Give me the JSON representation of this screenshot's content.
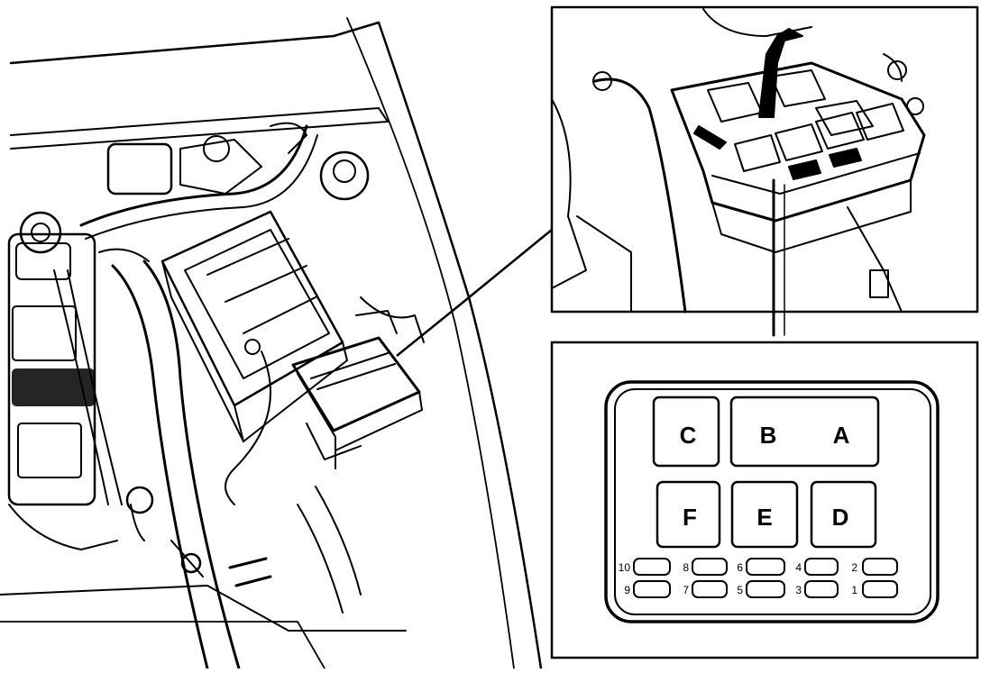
{
  "relay_panel": {
    "relays": [
      {
        "id": "C",
        "label": "C"
      },
      {
        "id": "B",
        "label": "B"
      },
      {
        "id": "A",
        "label": "A"
      },
      {
        "id": "F",
        "label": "F"
      },
      {
        "id": "E",
        "label": "E"
      },
      {
        "id": "D",
        "label": "D"
      }
    ],
    "fuse_numbers_top": [
      "10",
      "8",
      "6",
      "4",
      "2"
    ],
    "fuse_numbers_bottom": [
      "9",
      "7",
      "5",
      "3",
      "1"
    ]
  },
  "colors": {
    "ink": "#000000",
    "paper": "#ffffff"
  }
}
